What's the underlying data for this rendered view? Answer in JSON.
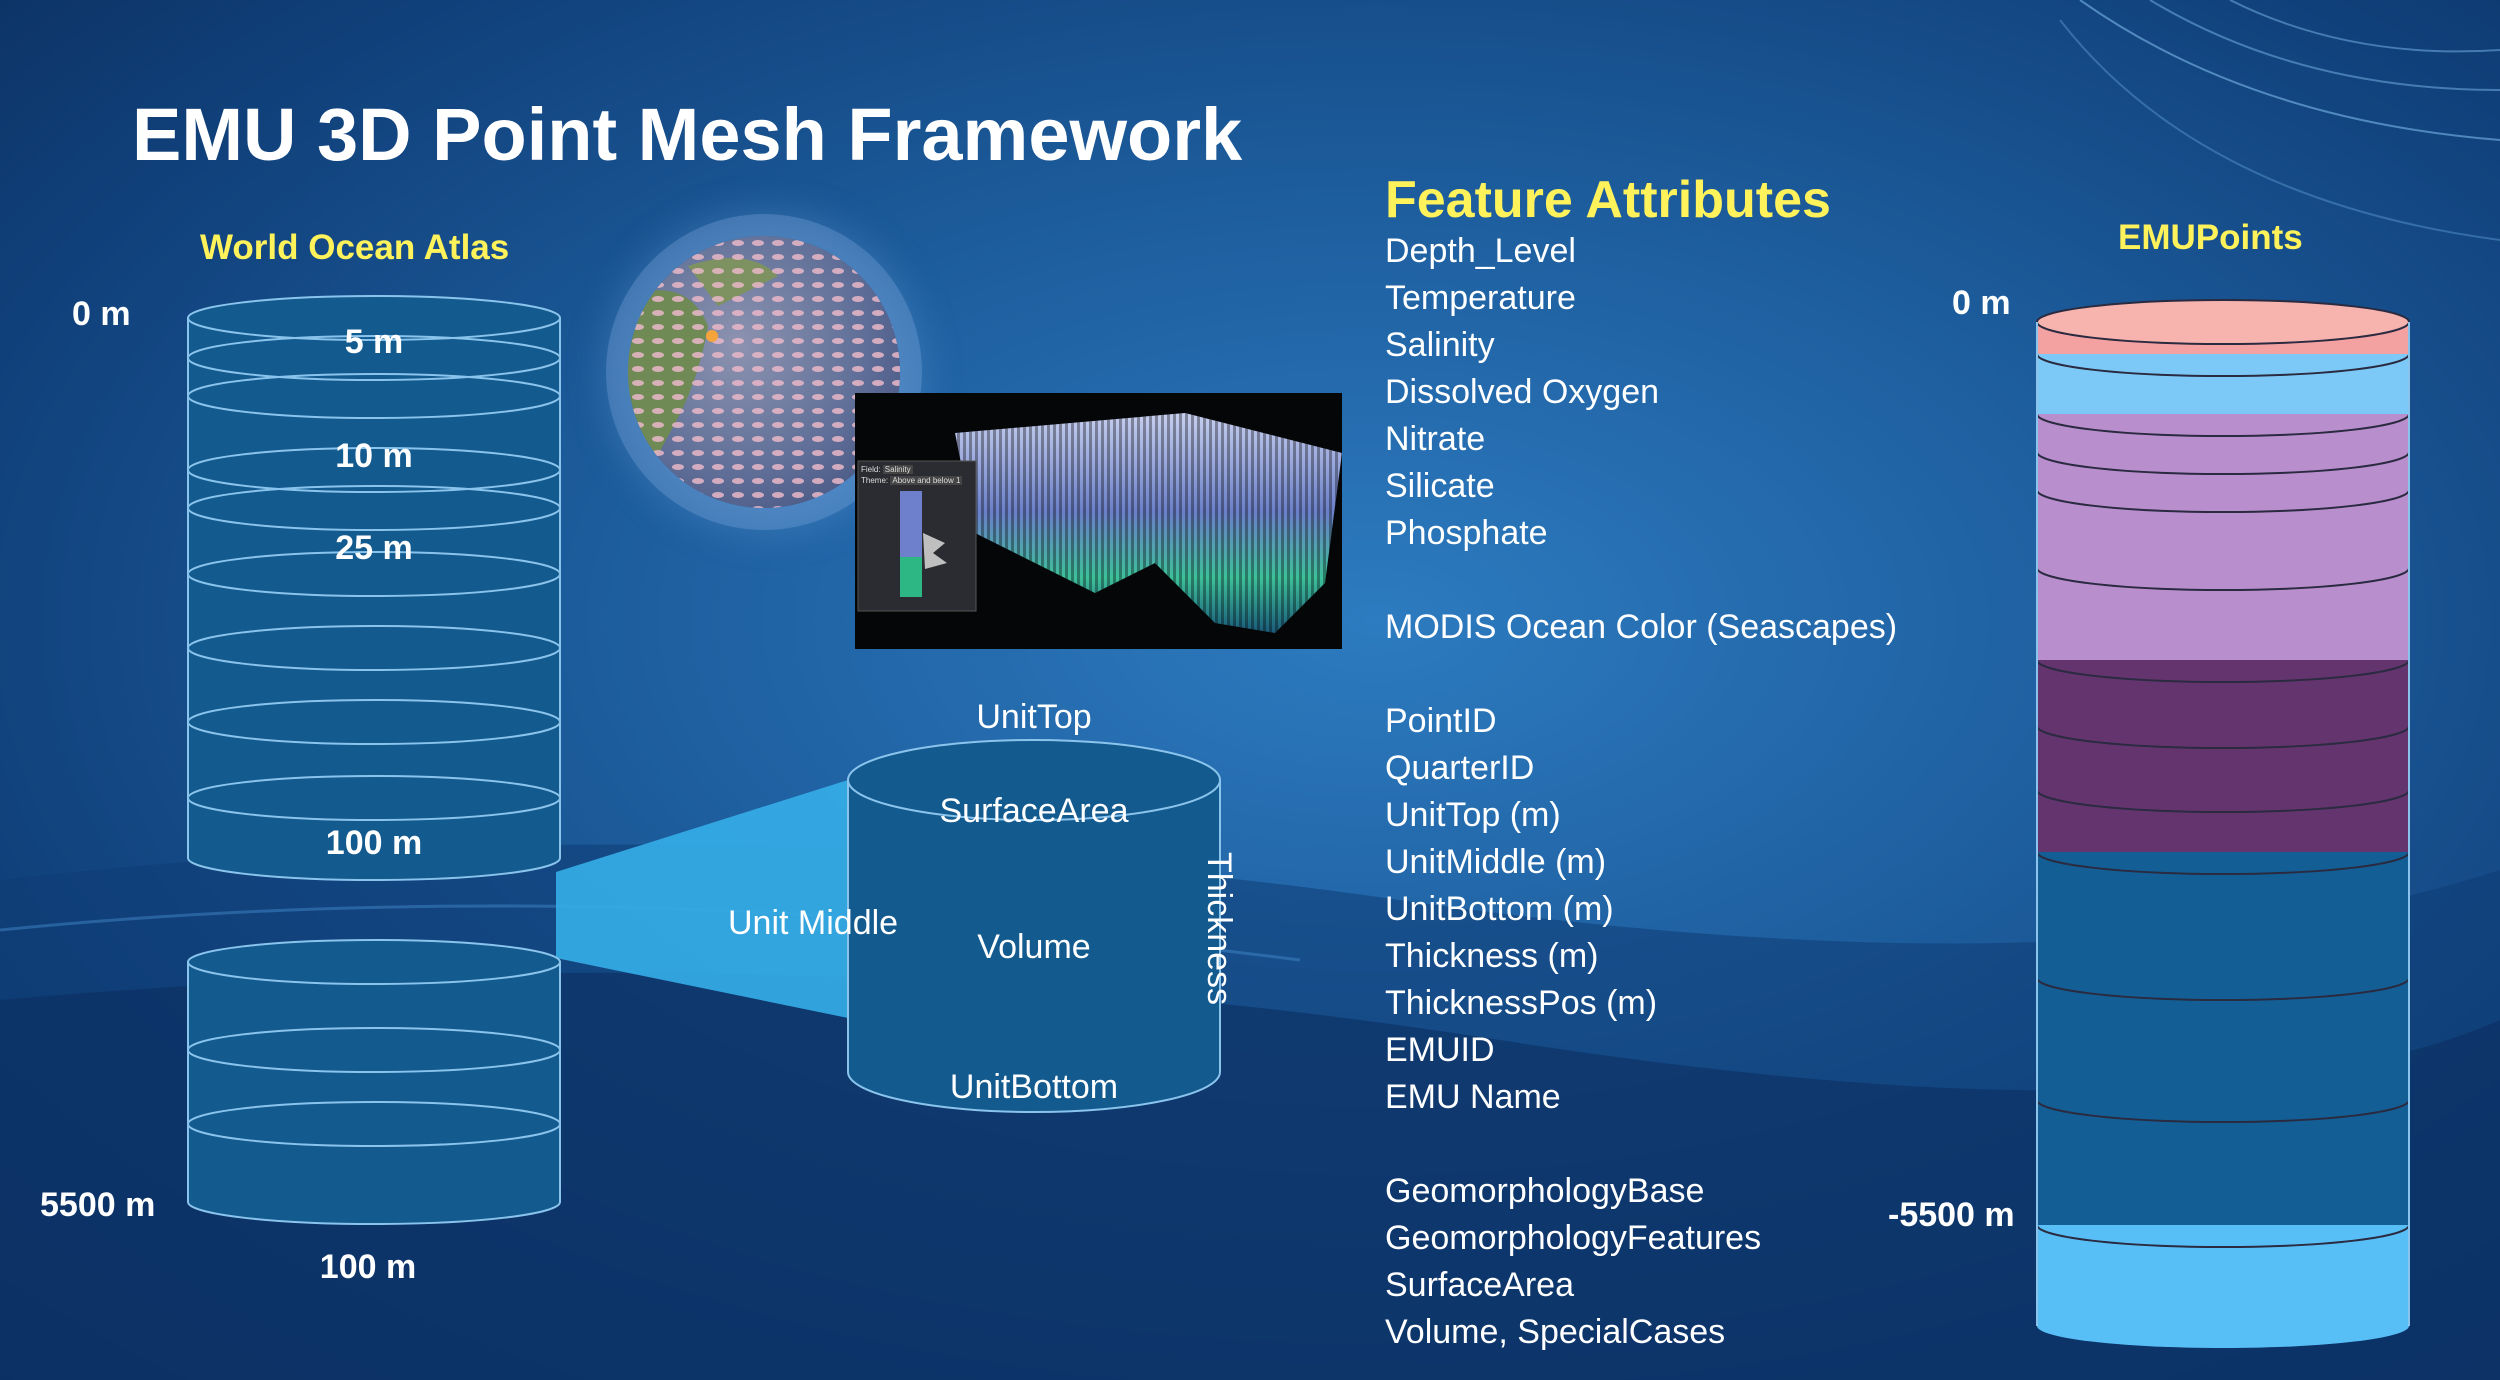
{
  "title": "EMU 3D Point Mesh Framework",
  "colors": {
    "heading_yellow": "#fff25a",
    "background": "#1d5d9d",
    "layer_blue": "#135a8f",
    "emu_salmon": "#f4a1a1",
    "emu_light_blue": "#58bff6",
    "emu_lavender": "#b98ecd",
    "emu_purple": "#64346e",
    "emu_dark_blue": "#135f95"
  },
  "world_ocean_atlas": {
    "label": "World Ocean Atlas",
    "depth_top": "0 m",
    "depth_bottom": "5500 m",
    "layer_labels": [
      "5 m",
      "10 m",
      "25 m",
      "100 m"
    ],
    "bottom_label": "100 m"
  },
  "emu_unit": {
    "top": "UnitTop",
    "surface_area": "SurfaceArea",
    "middle": "Unit Middle",
    "volume": "Volume",
    "bottom": "UnitBottom",
    "thickness": "Thickness"
  },
  "inset": {
    "field_label": "Field:",
    "field_value": "Salinity",
    "theme_label": "Theme:",
    "theme_value": "Above and below 1"
  },
  "feature_attributes": {
    "heading": "Feature Attributes",
    "group1": [
      "Depth_Level",
      "Temperature",
      "Salinity",
      "Dissolved Oxygen",
      "Nitrate",
      "Silicate",
      "Phosphate"
    ],
    "group2": [
      "MODIS Ocean Color (Seascapes)"
    ],
    "group3": [
      "PointID",
      "QuarterID",
      "UnitTop (m)",
      "UnitMiddle (m)",
      "UnitBottom (m)",
      "Thickness (m)",
      "ThicknessPos (m)",
      "EMUID",
      "EMU Name"
    ],
    "group4": [
      "GeomorphologyBase",
      "GeomorphologyFeatures",
      "SurfaceArea",
      "Volume, SpecialCases"
    ]
  },
  "emu_points": {
    "label": "EMUPoints",
    "depth_top": "0 m",
    "depth_bottom": "-5500 m"
  }
}
